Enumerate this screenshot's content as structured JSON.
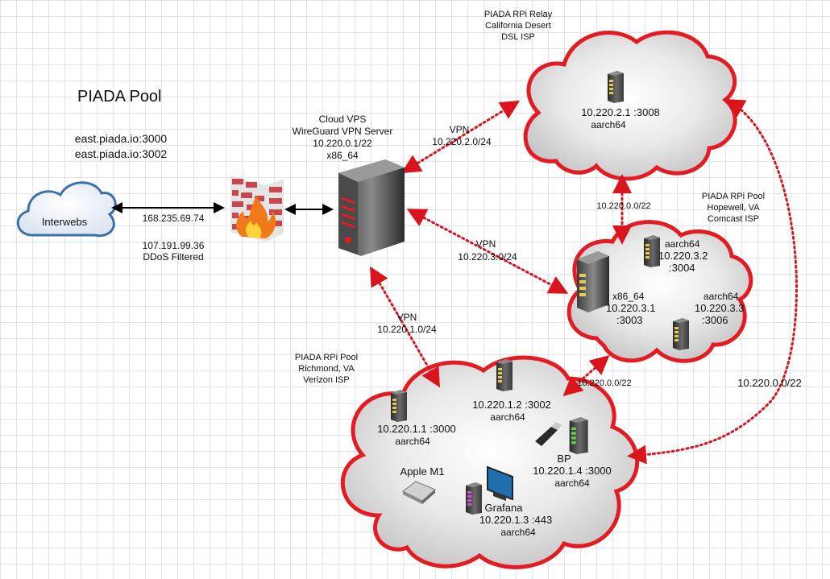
{
  "title": "PIADA Pool",
  "endpoints": [
    "east.piada.io:3000",
    "east.piada.io:3002"
  ],
  "interwebs": "Interwebs",
  "public_ips": {
    "primary": "168.235.69.74",
    "secondary": "107.191.99.36",
    "note": "DDoS Filtered"
  },
  "cloud_vps": {
    "name": "Cloud VPS",
    "role": "WireGuard VPN Server",
    "ip": "10.220.0.1/22",
    "arch": "x86_64"
  },
  "relay": {
    "name": "PIADA RPi Relay",
    "location": "California Desert",
    "isp": "DSL ISP",
    "node_ip": "10.220.2.1 :3008",
    "node_arch": "aarch64"
  },
  "hopewell": {
    "name": "PIADA RPi Pool",
    "location": "Hopewell, VA",
    "isp": "Comcast ISP",
    "nodes": [
      {
        "arch": "aarch64",
        "ip": "10.220.3.2",
        "port": ":3004"
      },
      {
        "arch": "x86_64",
        "ip": "10.220.3.1",
        "port": ":3003"
      },
      {
        "arch": "aarch64",
        "ip": "10.220.3.3",
        "port": ":3006"
      }
    ]
  },
  "richmond": {
    "name": "PIADA RPi Pool",
    "location": "Richmond, VA",
    "isp": "Verizon ISP",
    "nodes": [
      {
        "ip": "10.220.1.1 :3000",
        "arch": "aarch64"
      },
      {
        "ip": "10.220.1.2 :3002",
        "arch": "aarch64"
      },
      {
        "name": "BP",
        "ip": "10.220.1.4 :3000",
        "arch": "aarch64"
      },
      {
        "name": "Grafana",
        "ip": "10.220.1.3 :443",
        "arch": "aarch64"
      }
    ],
    "apple": "Apple M1"
  },
  "links": {
    "vpn_relay": {
      "label": "VPN",
      "subnet": "10.220.2.0/24"
    },
    "vpn_hopewell": {
      "label": "VPN",
      "subnet": "10.220.3.0/24"
    },
    "vpn_richmond": {
      "label": "VPN",
      "subnet": "10.220.1.0/24"
    },
    "mesh_relay_hopewell": "10.220.0.0/22",
    "mesh_hopewell_richmond": "10.220.0.0/22",
    "mesh_relay_richmond": "10.220.0.0/22"
  },
  "colors": {
    "cloud_border": "#e31b23",
    "link_red": "#d9141c",
    "link_black": "#000000",
    "interwebs_border": "#3f6fa8"
  }
}
